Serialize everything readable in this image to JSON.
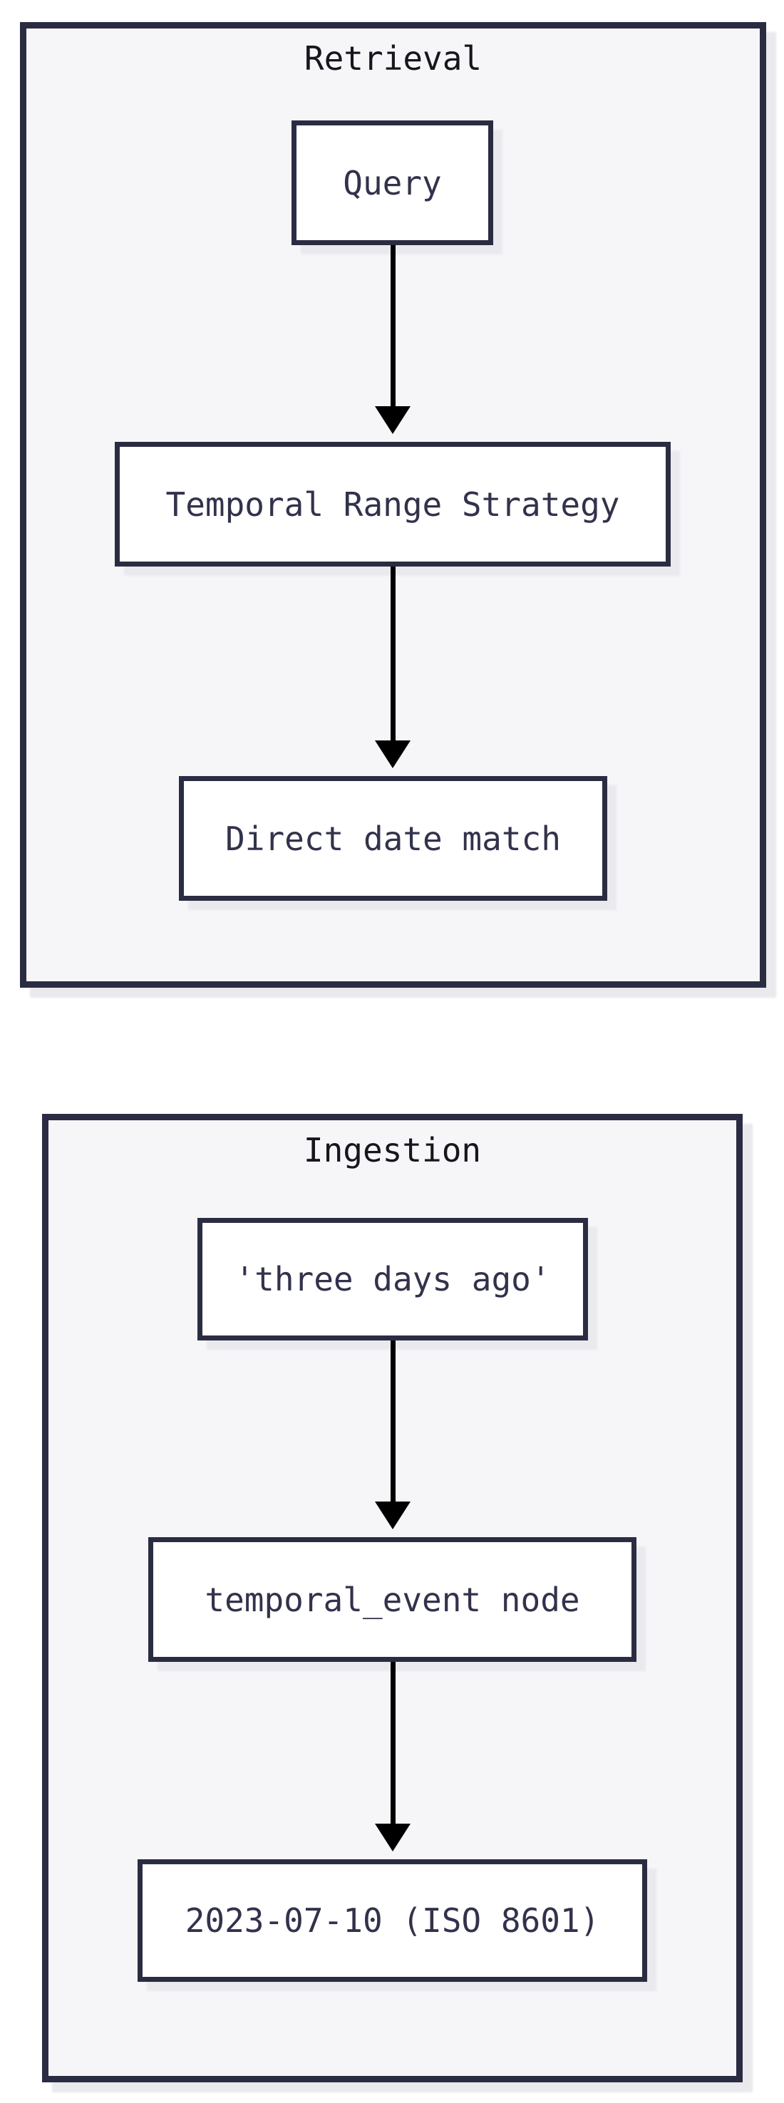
{
  "diagram": {
    "type": "flowchart-vertical",
    "sections": [
      {
        "id": "retrieval",
        "title": "Retrieval",
        "nodes": [
          {
            "id": "query",
            "label": "Query"
          },
          {
            "id": "strategy",
            "label": "Temporal Range Strategy"
          },
          {
            "id": "direct-match",
            "label": "Direct date match"
          }
        ],
        "edges": [
          {
            "from": "Query",
            "to": "Temporal Range Strategy"
          },
          {
            "from": "Temporal Range Strategy",
            "to": "Direct date match"
          }
        ]
      },
      {
        "id": "ingestion",
        "title": "Ingestion",
        "nodes": [
          {
            "id": "phrase",
            "label": "'three days ago'"
          },
          {
            "id": "temporal-event",
            "label": "temporal_event node"
          },
          {
            "id": "iso-date",
            "label": "2023-07-10 (ISO 8601)"
          }
        ],
        "edges": [
          {
            "from": "'three days ago'",
            "to": "temporal_event node"
          },
          {
            "from": "temporal_event node",
            "to": "2023-07-10 (ISO 8601)"
          }
        ]
      }
    ],
    "colors": {
      "page-bg": "#ffffff",
      "cluster-fill": "#f6f6f9",
      "node-fill": "#ffffff",
      "stroke": "#2a2d42",
      "title-color": "#16161e",
      "node-text": "#32324c",
      "arrow": "#000000",
      "shadow": "#e9e9ee"
    }
  }
}
